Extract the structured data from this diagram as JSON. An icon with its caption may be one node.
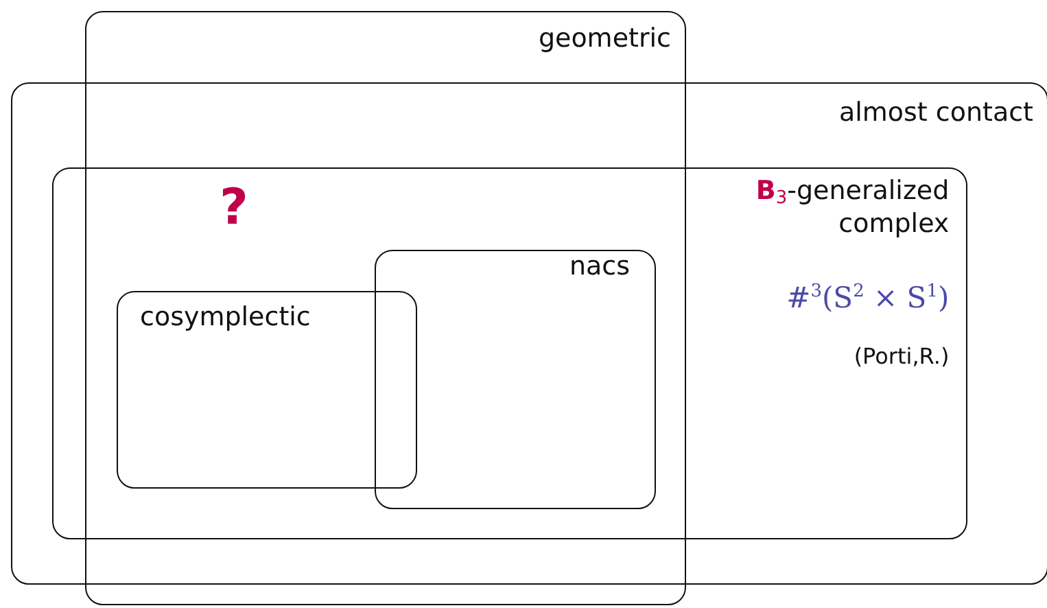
{
  "diagram": {
    "nodes": [
      {
        "text": [
          "geometric"
        ]
      },
      {
        "text": [
          "almost contact"
        ]
      },
      {
        "text": [
          "**B**$_{3}$-generalized complex",
          "#$^{3}$(S$^{2}$ × S$^{1}$)",
          "(Porti,R.)"
        ],
        "in": 1
      },
      {
        "text": [
          "nacs"
        ]
      },
      {
        "text": [
          "cosymplectic"
        ]
      }
    ],
    "labels": [
      "?"
    ]
  }
}
